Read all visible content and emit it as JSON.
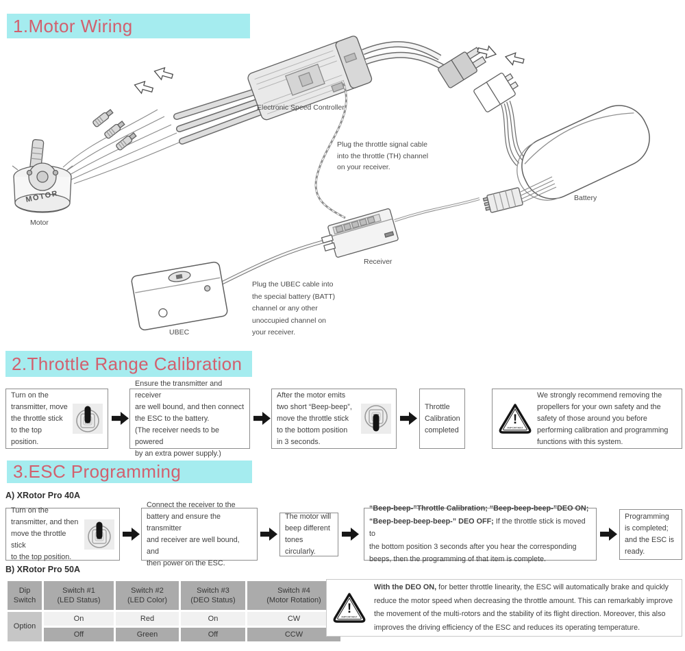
{
  "headings": {
    "s1": "1.Motor Wiring",
    "s2": "2.Throttle Range Calibration",
    "s3": "3.ESC Programming",
    "sub_a": "A) XRotor Pro 40A",
    "sub_b": "B) XRotor Pro 50A"
  },
  "colors": {
    "highlight": "#a5ecef",
    "heading_text": "#d2606e"
  },
  "diagram": {
    "esc_label": "Electronic Speed Controller",
    "motor_label": "Motor",
    "motor_body_text": "MOTOR",
    "battery_label": "Battery",
    "receiver_label": "Receiver",
    "ubec_label": "UBEC",
    "throttle_note": "Plug the throttle signal cable\ninto the throttle (TH) channel\non your receiver.",
    "ubec_note": "Plug the UBEC cable into\nthe special battery (BATT)\nchannel or any other\nunoccupied channel on\nyour receiver."
  },
  "calibration": {
    "step1": "Turn on the\ntransmitter, move\nthe throttle stick\nto the top\nposition.",
    "step2": "Ensure the transmitter and receiver\nare well bound, and then connect\nthe ESC to the battery.\n(The receiver needs to be powered\nby an extra power supply.)",
    "step3": "After the motor emits\ntwo short “Beep-beep”,\nmove the throttle stick\nto the bottom position\nin 3 seconds.",
    "step4": "Throttle\nCalibration\ncompleted",
    "warning": "We strongly recommend removing the\npropellers for your own safety and the\nsafety of those around you before\nperforming calibration and programming\nfunctions with this system.",
    "important": "IMPORTANT"
  },
  "programming": {
    "a_step1": "Turn on the\ntransmitter, and then\nmove the throttle stick\nto the top position.",
    "a_step2": "Connect the receiver to the\nbattery and ensure the transmitter\nand receiver are well bound, and\nthen power on the ESC.",
    "a_step3": "The motor will\nbeep different\ntones circularly.",
    "a_step4_bold": "“Beep-beep-”Throttle Calibration; “Beep-beep-beep-”DEO ON;\n“Beep-beep-beep-beep-” DEO OFF;",
    "a_step4_rest": " If the throttle stick is moved to\nthe bottom position 3 seconds after you hear the corresponding\nbeeps, then the programming of that item is complete.",
    "a_step5": "Programming\nis completed;\nand the ESC is\nready.",
    "b_warning_bold": "With the DEO ON,",
    "b_warning_rest": " for better throttle linearity, the ESC will automatically brake and quickly\nreduce the motor speed when decreasing the throttle amount. This can remarkably improve\nthe movement of the multi-rotors and the stability of its flight direction. Moreover, this also\nimproves the driving efficiency of the ESC and reduces its operating temperature.",
    "table": {
      "corner": "Dip\nSwitch",
      "option": "Option",
      "headers": [
        "Switch #1\n(LED Status)",
        "Switch #2\n(LED Color)",
        "Switch #3\n(DEO Status)",
        "Switch #4\n(Motor Rotation)"
      ],
      "row_on": [
        "On",
        "Red",
        "On",
        "CW"
      ],
      "row_off": [
        "Off",
        "Green",
        "Off",
        "CCW"
      ]
    }
  }
}
